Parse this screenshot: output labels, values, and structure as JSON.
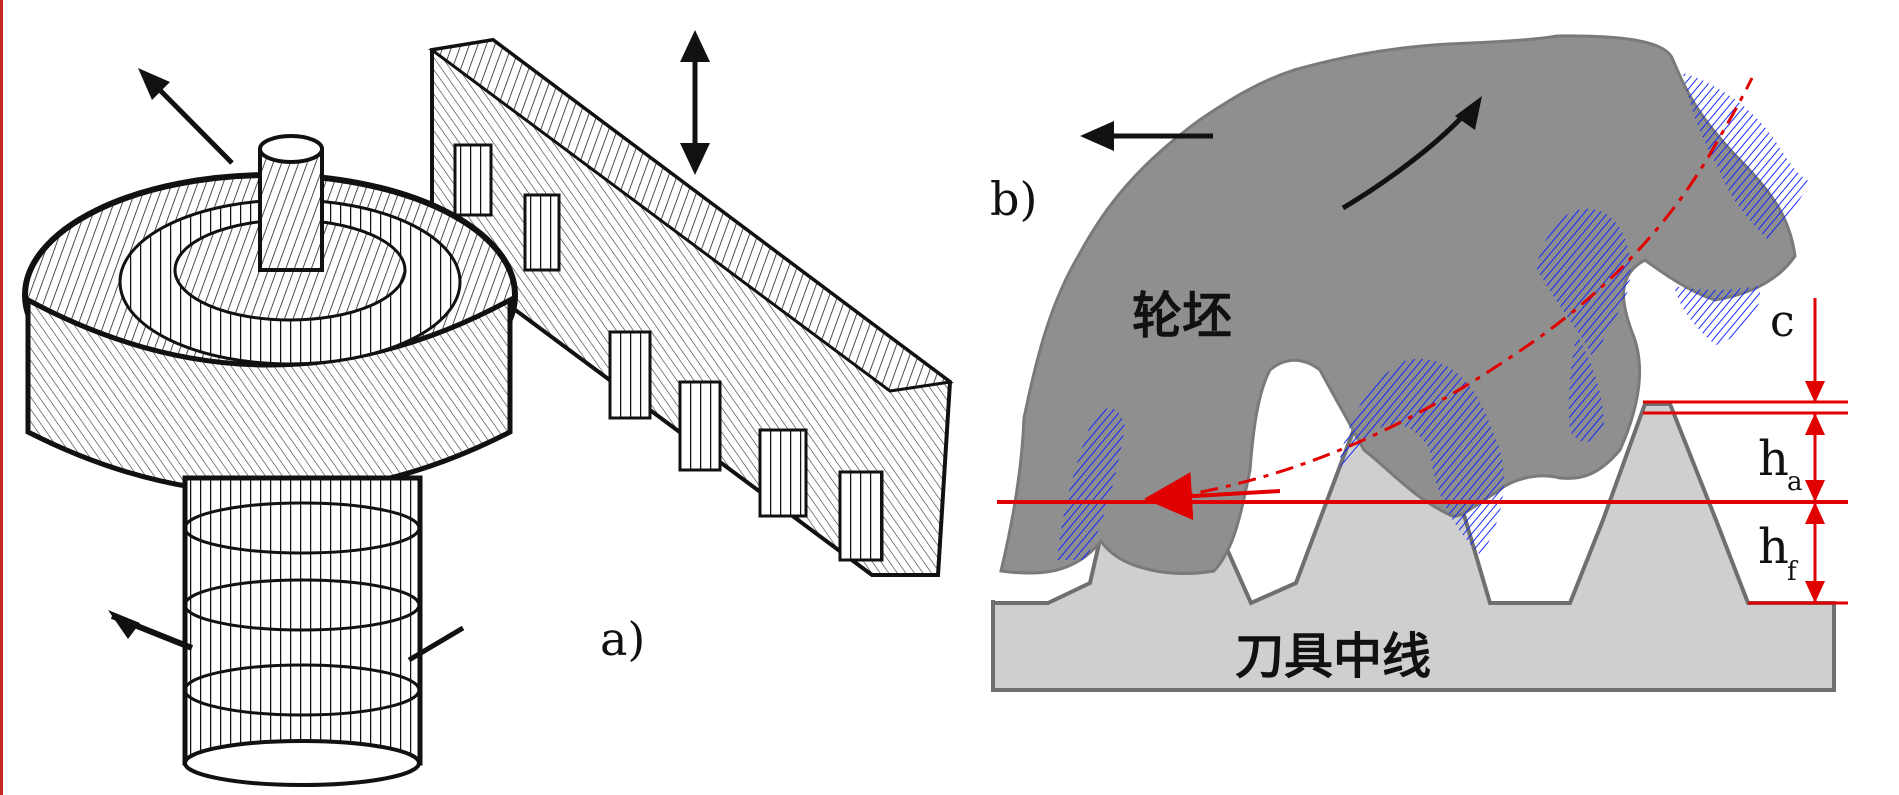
{
  "panel_a": {
    "label": "a)"
  },
  "panel_b": {
    "label": "b)",
    "blank_label": "轮坯",
    "cutter_label": "刀具中线",
    "dimension_c": "c",
    "dimension_ha_main": "h",
    "dimension_ha_sub": "a",
    "dimension_hf_main": "h",
    "dimension_hf_sub": "f"
  },
  "colors": {
    "red": "#e00000",
    "blue": "#0b22ff",
    "blank_gray": "#8f8f8f",
    "cutter_gray": "#cfcfcf",
    "outline": "#6f6f6f",
    "ink": "#111111"
  }
}
